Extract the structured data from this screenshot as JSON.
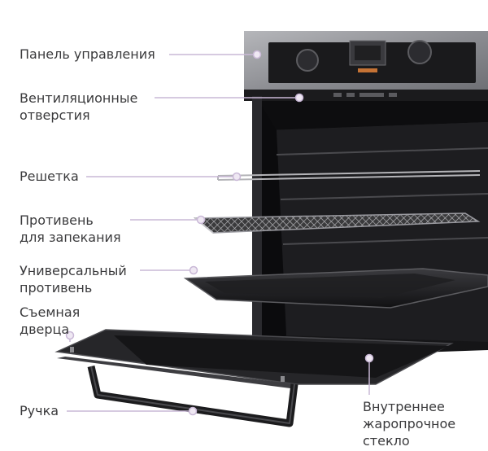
{
  "diagram": {
    "labels": {
      "control_panel": "Панель управления",
      "vents": [
        "Вентиляционные",
        "отверстия"
      ],
      "rack": "Решетка",
      "baking_tray": [
        "Противень",
        "для запекания"
      ],
      "universal_tray": [
        "Универсальный",
        "противень"
      ],
      "door": [
        "Съемная",
        "дверца"
      ],
      "handle": "Ручка",
      "inner_glass": [
        "Внутреннее",
        "жаропрочное",
        "стекло"
      ]
    },
    "colors": {
      "leader_line": "#c9b8d6",
      "leader_dot": "#efe8f3",
      "text": "#3a3a3c",
      "oven_body": "#1a1a1c",
      "steel_panel": "#8e8e93"
    }
  }
}
